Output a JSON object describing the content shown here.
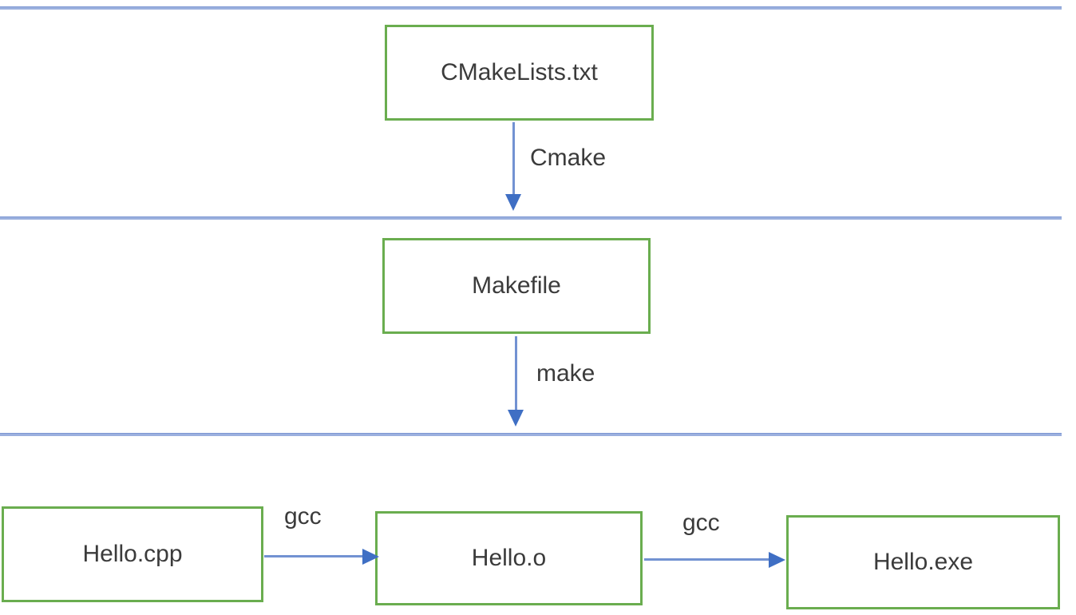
{
  "diagram": {
    "description": "cmake build process flow",
    "nodes": [
      {
        "id": "cmakelists",
        "label": "CMakeLists.txt"
      },
      {
        "id": "makefile",
        "label": "Makefile"
      },
      {
        "id": "hello_cpp",
        "label": "Hello.cpp"
      },
      {
        "id": "hello_o",
        "label": "Hello.o"
      },
      {
        "id": "hello_exe",
        "label": "Hello.exe"
      }
    ],
    "edges": [
      {
        "from": "cmakelists",
        "to": "makefile",
        "label": "Cmake",
        "direction": "down"
      },
      {
        "from": "makefile",
        "to": "bottom-row",
        "label": "make",
        "direction": "down"
      },
      {
        "from": "hello_cpp",
        "to": "hello_o",
        "label": "gcc",
        "direction": "right"
      },
      {
        "from": "hello_o",
        "to": "hello_exe",
        "label": "gcc",
        "direction": "right"
      }
    ],
    "separator_lines": 3,
    "colors": {
      "node_border": "#6aad4f",
      "arrow_head": "#3f6fc4",
      "arrow_stem": "#7292d2",
      "separator_line": "#9bb0de",
      "text": "#3b3b3b",
      "background": "#ffffff"
    }
  }
}
